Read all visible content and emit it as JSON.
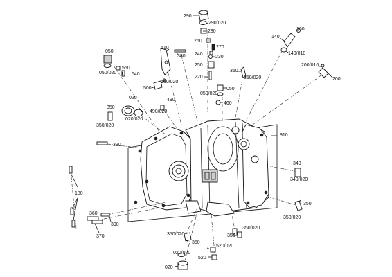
{
  "diagram": {
    "labels": [
      "290",
      "290/020",
      "280",
      "260",
      "270",
      "240",
      "230",
      "250",
      "220",
      "050/020",
      "050",
      "460",
      "140",
      "160",
      "140/010",
      "200/010",
      "200",
      "350",
      "350/020",
      "510",
      "380",
      "050",
      "050/020",
      "550",
      "540",
      "500",
      "500/020",
      "020",
      "490",
      "490/020",
      "020/020",
      "350",
      "350/020",
      "910",
      "390",
      "340",
      "340/020",
      "180",
      "360",
      "370",
      "390",
      "350",
      "350/020",
      "350/020",
      "350",
      "350/020",
      "350",
      "520/020",
      "020/020",
      "520",
      "020"
    ]
  }
}
